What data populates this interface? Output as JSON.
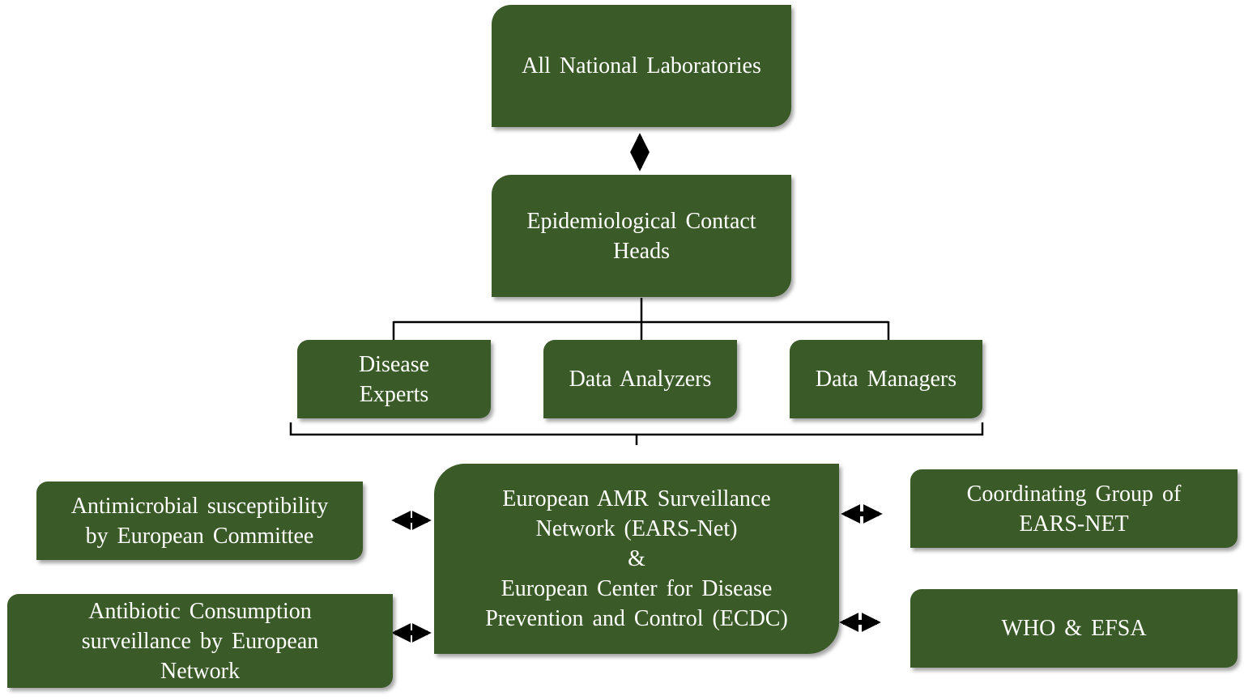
{
  "colors": {
    "box_fill": "#3a5a27",
    "box_text": "#ffffff",
    "connector": "#000000"
  },
  "nodes": {
    "national_labs": {
      "lines": [
        "All National Laboratories"
      ]
    },
    "epi_contact": {
      "lines": [
        "Epidemiological Contact",
        "Heads"
      ]
    },
    "disease_experts": {
      "lines": [
        "Disease",
        "Experts"
      ]
    },
    "data_analyzers": {
      "lines": [
        "Data Analyzers"
      ]
    },
    "data_managers": {
      "lines": [
        "Data Managers"
      ]
    },
    "antimicrobial": {
      "lines": [
        "Antimicrobial susceptibility",
        "by European Committee"
      ]
    },
    "antibiotic": {
      "lines": [
        "Antibiotic Consumption",
        "surveillance by European",
        "Network"
      ]
    },
    "ears_net": {
      "lines": [
        "European AMR Surveillance",
        "Network (EARS-Net)",
        "&",
        "European Center for Disease",
        "Prevention and Control (ECDC)"
      ]
    },
    "coordinating": {
      "lines": [
        "Coordinating Group of",
        "EARS-NET"
      ]
    },
    "who_efsa": {
      "lines": [
        "WHO & EFSA"
      ]
    }
  }
}
